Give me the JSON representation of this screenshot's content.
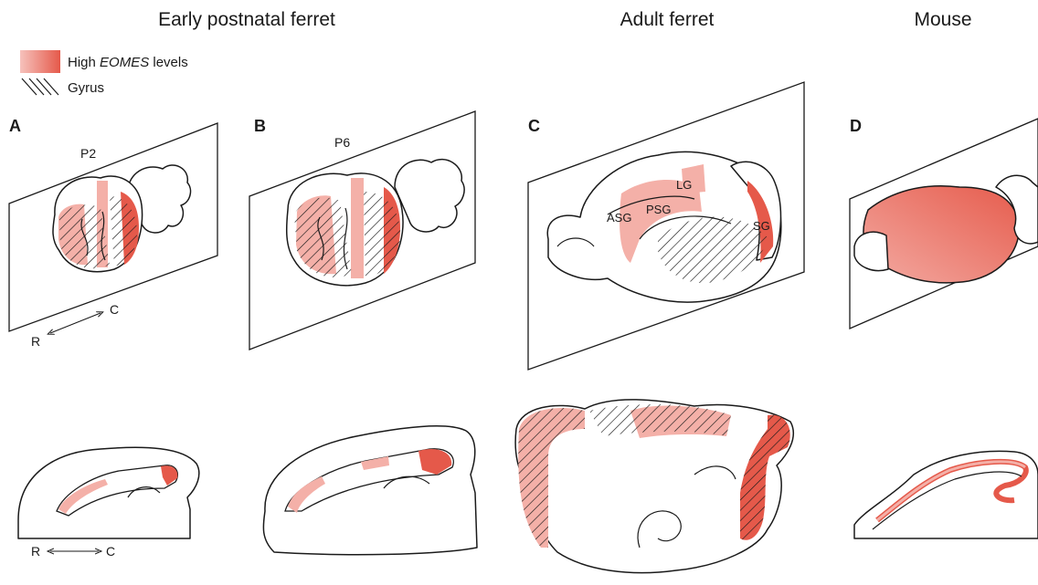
{
  "titles": {
    "early": "Early postnatal ferret",
    "adult": "Adult ferret",
    "mouse": "Mouse"
  },
  "legend": {
    "high_label_prefix": "High ",
    "high_label_gene": "EOMES",
    "high_label_suffix": " levels",
    "gyrus_label": "Gyrus"
  },
  "panels": {
    "a": {
      "letter": "A",
      "stage": "P2"
    },
    "b": {
      "letter": "B",
      "stage": "P6"
    },
    "c": {
      "letter": "C",
      "labels": {
        "lg": "LG",
        "asg": "ASG",
        "psg": "PSG",
        "sg": "SG"
      }
    },
    "d": {
      "letter": "D"
    }
  },
  "axes": {
    "rostral": "R",
    "caudal": "C"
  },
  "colors": {
    "eomes_high": "#e5594a",
    "eomes_low": "#f4b0a8",
    "line": "#1a1a1a"
  }
}
